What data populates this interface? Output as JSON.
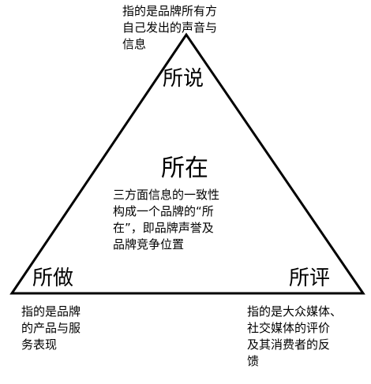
{
  "diagram": {
    "top": {
      "label": "所说",
      "description": [
        "指的是品牌所有方",
        "自己发出的声音与",
        "信息"
      ]
    },
    "left": {
      "label": "所做",
      "description": [
        "指的是品牌",
        "的产品与服",
        "务表现"
      ]
    },
    "right": {
      "label": "所评",
      "description": [
        "指的是大众媒体、",
        "社交媒体的评价",
        "及其消费者的反",
        "馈"
      ]
    },
    "center": {
      "label": "所在",
      "description": [
        "三方面信息的一致性",
        "构成一个品牌的“所",
        "在”，即品牌声誉及",
        "品牌竞争位置"
      ]
    }
  }
}
